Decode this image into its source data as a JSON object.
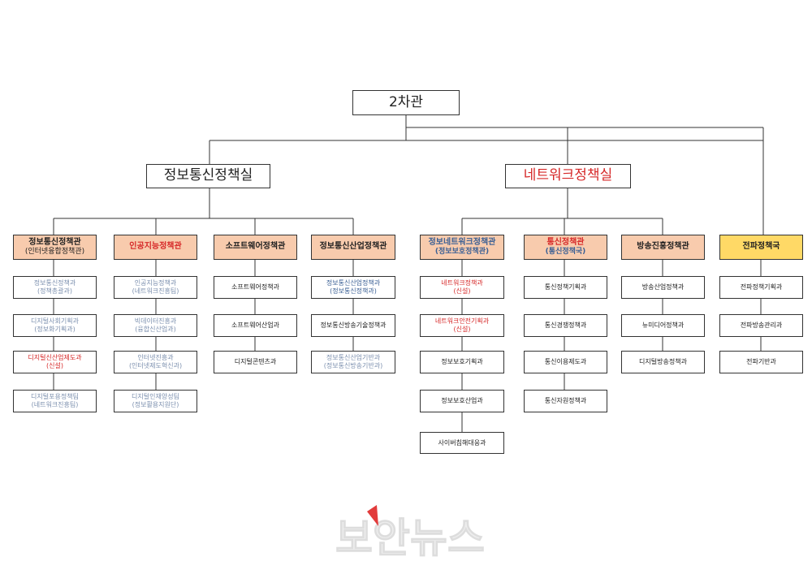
{
  "root": "2차관",
  "divisions": [
    {
      "label": "정보통신정책실",
      "bureaus": [
        {
          "l1": "정보통신정책관",
          "l2": "(인터넷융합정책관)",
          "units": [
            {
              "l1": "정보통신정책과",
              "l2": "(정책총괄과)"
            },
            {
              "l1": "디지털사회기획과",
              "l2": "(정보화기획과)"
            },
            {
              "l1": "디지털신산업제도과",
              "l2": "(신설)"
            },
            {
              "l1": "디지털포용정책팀",
              "l2": "(네트워크진흥팀)"
            }
          ]
        },
        {
          "l1": "인공지능정책관",
          "l2": "",
          "units": [
            {
              "l1": "인공지능정책과",
              "l2": "(네트워크진흥팀)"
            },
            {
              "l1": "빅데이터진흥과",
              "l2": "(융합신산업과)"
            },
            {
              "l1": "인터넷진흥과",
              "l2": "(인터넷제도혁신과)"
            },
            {
              "l1": "디지털인재양성팀",
              "l2": "(정보활용지원단)"
            }
          ]
        },
        {
          "l1": "소프트웨어정책관",
          "l2": "",
          "units": [
            {
              "l1": "소프트웨어정책과",
              "l2": ""
            },
            {
              "l1": "소프트웨어산업과",
              "l2": ""
            },
            {
              "l1": "디지털콘텐츠과",
              "l2": ""
            }
          ]
        },
        {
          "l1": "정보통신산업정책관",
          "l2": "",
          "units": [
            {
              "l1": "정보통신산업정책과",
              "l2": "(정보통신정책과)"
            },
            {
              "l1": "정보통신방송기술정책과",
              "l2": ""
            },
            {
              "l1": "정보통신산업기반과",
              "l2": "(정보통신방송기반과)"
            }
          ]
        }
      ]
    },
    {
      "label": "네트워크정책실",
      "bureaus": [
        {
          "l1": "정보네트워크정책관",
          "l2": "(정보보호정책관)",
          "units": [
            {
              "l1": "네트워크정책과",
              "l2": "(신설)"
            },
            {
              "l1": "네트워크안전기획과",
              "l2": "(신설)"
            },
            {
              "l1": "정보보호기획과",
              "l2": ""
            },
            {
              "l1": "정보보호산업과",
              "l2": ""
            },
            {
              "l1": "사이버침해대응과",
              "l2": ""
            }
          ]
        },
        {
          "l1": "통신정책관",
          "l2": "(통신정책국)",
          "units": [
            {
              "l1": "통신정책기획과",
              "l2": ""
            },
            {
              "l1": "통신경쟁정책과",
              "l2": ""
            },
            {
              "l1": "통신이용제도과",
              "l2": ""
            },
            {
              "l1": "통신자원정책과",
              "l2": ""
            }
          ]
        },
        {
          "l1": "방송진흥정책관",
          "l2": "",
          "units": [
            {
              "l1": "방송산업정책과",
              "l2": ""
            },
            {
              "l1": "뉴미디어정책과",
              "l2": ""
            },
            {
              "l1": "디지털방송정책과",
              "l2": ""
            }
          ]
        }
      ]
    }
  ],
  "standalone": {
    "l1": "전파정책국",
    "l2": "",
    "units": [
      {
        "l1": "전파정책기획과",
        "l2": ""
      },
      {
        "l1": "전파방송관리과",
        "l2": ""
      },
      {
        "l1": "전파기반과",
        "l2": ""
      }
    ]
  },
  "colors": {
    "bureau_fill": "#f8cbad",
    "standalone_fill": "#ffd966",
    "new_red": "#d62828",
    "renamed_blue": "#3a5f94",
    "changed_gray": "#7b8fae"
  },
  "watermark": {
    "text": "보안뉴스"
  }
}
